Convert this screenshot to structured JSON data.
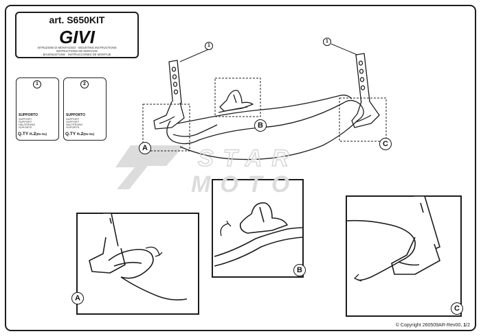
{
  "header": {
    "article": "art. S650KIT",
    "brand": "GIVI",
    "instructions": [
      "ISTRUZIONI DI MONTAGGIO · MOUNTING INSTRUCTIONS",
      "INSTRUCTIONS DE MONTAGE",
      "BAUENLEITUNG · INSTRUCCIONES DE MONTAJE"
    ]
  },
  "supports": [
    {
      "number": "1",
      "label": "SUPPORTO",
      "translations": [
        "SUPPORT",
        "SUPPORT",
        "HALTERUNG",
        "SOPORTE"
      ],
      "qty": "Q.TY n.2",
      "qty_note": "(Dx-Sx)"
    },
    {
      "number": "2",
      "label": "SUPPORTO",
      "translations": [
        "SUPPORT",
        "SUPPORT",
        "HALTERUNG",
        "SOPORTE"
      ],
      "qty": "Q.TY n.2",
      "qty_note": "(Dx-Sx)"
    }
  ],
  "callouts": {
    "part_left": "1",
    "part_right": "1",
    "a": "A",
    "b": "B",
    "c": "C",
    "detail_a": "A",
    "detail_b": "B",
    "detail_c": "C"
  },
  "watermark": "STAR MOTO",
  "footer": {
    "copyright": "© Copyright 260509AR-Rev00,",
    "page": "1",
    "pages_total": "/2"
  },
  "colors": {
    "line": "#1c1c1c",
    "watermark": "#d9d9d9"
  }
}
